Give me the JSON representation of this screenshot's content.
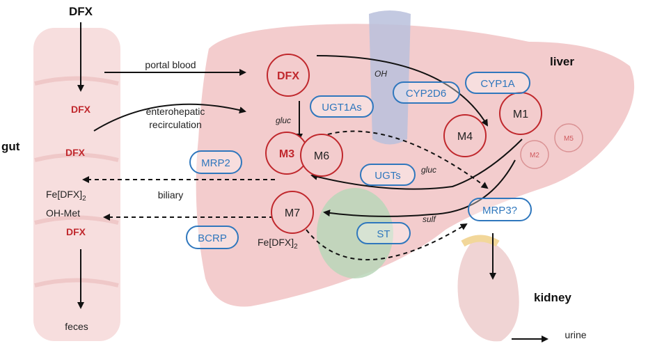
{
  "organs": {
    "gut": "gut",
    "liver": "liver",
    "kidney": "kidney"
  },
  "top_drug": "DFX",
  "gut_items": {
    "dfx_upper": "DFX",
    "dfx_lower": "DFX",
    "fe_dfx2": "Fe[DFX]",
    "oh_met": "OH-Met",
    "dfx_bottom": "DFX",
    "feces": "feces"
  },
  "flow_labels": {
    "portal": "portal blood",
    "entero_line1": "enterohepatic",
    "entero_line2": "recirculation",
    "biliary": "biliary",
    "urine": "urine"
  },
  "reaction_labels": {
    "oh": "OH",
    "gluc1": "gluc",
    "gluc2": "gluc",
    "sulf": "sulf"
  },
  "metabolites": {
    "dfx": "DFX",
    "m1": "M1",
    "m2": "M2",
    "m3": "M3",
    "m4": "M4",
    "m5": "M5",
    "m6": "M6",
    "m7": "M7",
    "m7_sub": "Fe[DFX]"
  },
  "subscript_2": "2",
  "enzymes": {
    "ugt1as": "UGT1As",
    "cyp2d6": "CYP2D6",
    "cyp1a": "CYP1A",
    "mrp2": "MRP2",
    "ugts": "UGTs",
    "mrp3": "MRP3?",
    "st": "ST",
    "bcrp": "BCRP"
  },
  "colors": {
    "metabolite_red": "#c0282d",
    "enzyme_blue": "#2f77bd",
    "liver": "#f3cccd",
    "gut": "#f7dede"
  }
}
